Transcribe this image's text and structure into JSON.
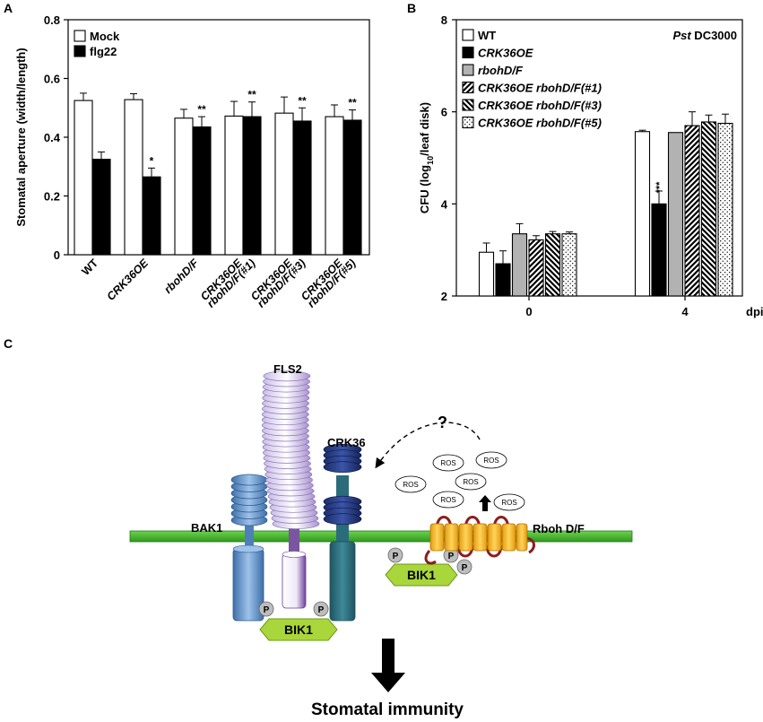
{
  "panel_labels": {
    "a": "A",
    "b": "B",
    "c": "C"
  },
  "chart_data": [
    {
      "type": "bar",
      "ylabel": "Stomatal aperture (width/length)",
      "ylim": [
        0,
        0.8
      ],
      "yticks": [
        "0",
        "0.2",
        "0.4",
        "0.6",
        "0.8"
      ],
      "grid": false,
      "legend_position": "top-left",
      "categories": [
        {
          "lines": [
            "WT"
          ],
          "italic": [
            false
          ]
        },
        {
          "lines": [
            "CRK36OE"
          ],
          "italic": [
            true
          ]
        },
        {
          "lines": [
            "rbohD/F"
          ],
          "italic": [
            true
          ]
        },
        {
          "lines": [
            "CRK36OE",
            "rbohD/F(#1)"
          ],
          "italic": [
            true,
            true
          ]
        },
        {
          "lines": [
            "CRK36OE",
            "rbohD/F(#3)"
          ],
          "italic": [
            true,
            true
          ]
        },
        {
          "lines": [
            "CRK36OE",
            "rbohD/F(#5)"
          ],
          "italic": [
            true,
            true
          ]
        }
      ],
      "series": [
        {
          "name": "Mock",
          "color": "#ffffff",
          "values": [
            0.525,
            0.528,
            0.465,
            0.472,
            0.482,
            0.47
          ],
          "errors": [
            0.025,
            0.02,
            0.03,
            0.05,
            0.055,
            0.04
          ]
        },
        {
          "name": "flg22",
          "color": "#000000",
          "values": [
            0.325,
            0.265,
            0.435,
            0.47,
            0.455,
            0.458
          ],
          "errors": [
            0.025,
            0.03,
            0.035,
            0.05,
            0.045,
            0.035
          ]
        }
      ],
      "significance": [
        "",
        "*",
        "**",
        "**",
        "**",
        "**"
      ]
    },
    {
      "type": "bar",
      "ylabel_parts": [
        "CFU (log",
        "10",
        "/leaf disk)"
      ],
      "ylim": [
        2,
        8
      ],
      "yticks": [
        "2",
        "4",
        "6",
        "8"
      ],
      "grid": false,
      "legend_position": "top-left",
      "annotation_italic": "Pst",
      "annotation_rest": " DC3000",
      "categories": [
        "0",
        "4"
      ],
      "x_unit": "dpi",
      "series": [
        {
          "name": "WT",
          "fill": "white",
          "values": [
            2.95,
            5.57
          ],
          "errors": [
            0.2,
            0.03
          ]
        },
        {
          "name": "CRK36OE",
          "fill": "black",
          "values": [
            2.7,
            4.0
          ],
          "errors": [
            0.28,
            0.28
          ]
        },
        {
          "name": "rbohD/F",
          "fill": "gray",
          "values": [
            3.35,
            5.55
          ],
          "errors": [
            0.22,
            0.0
          ]
        },
        {
          "name": "CRK36OE rbohD/F(#1)",
          "fill": "diag-right",
          "values": [
            3.22,
            5.7
          ],
          "errors": [
            0.09,
            0.3
          ]
        },
        {
          "name": "CRK36OE rbohD/F(#3)",
          "fill": "diag-left",
          "values": [
            3.35,
            5.78
          ],
          "errors": [
            0.05,
            0.15
          ]
        },
        {
          "name": "CRK36OE rbohD/F(#5)",
          "fill": "dots",
          "values": [
            3.35,
            5.75
          ],
          "errors": [
            0.04,
            0.2
          ]
        }
      ],
      "significance": [
        [
          "",
          "",
          "",
          "",
          "",
          ""
        ],
        [
          "",
          "***",
          "",
          "",
          "",
          ""
        ]
      ]
    }
  ],
  "diagram": {
    "labels": {
      "fls2": "FLS2",
      "crk36": "CRK36",
      "bak1": "BAK1",
      "rboh": "Rboh D/F",
      "bik1": "BIK1",
      "p": "P",
      "ros": "ROS",
      "question": "?",
      "outcome": "Stomatal immunity"
    },
    "colors": {
      "membrane": "#33aa22",
      "bak1": "#5b8fc6",
      "fls2": "#b6a6d8",
      "fls2_stem": "#7a55a0",
      "crk36_ecto": "#1c2a6e",
      "crk36_stem": "#2a6c7a",
      "bik1": "#a9d63a",
      "rboh": "#f0b21c",
      "rboh_loop": "#8b1e1e",
      "phospho": "#bdbdbd"
    }
  }
}
